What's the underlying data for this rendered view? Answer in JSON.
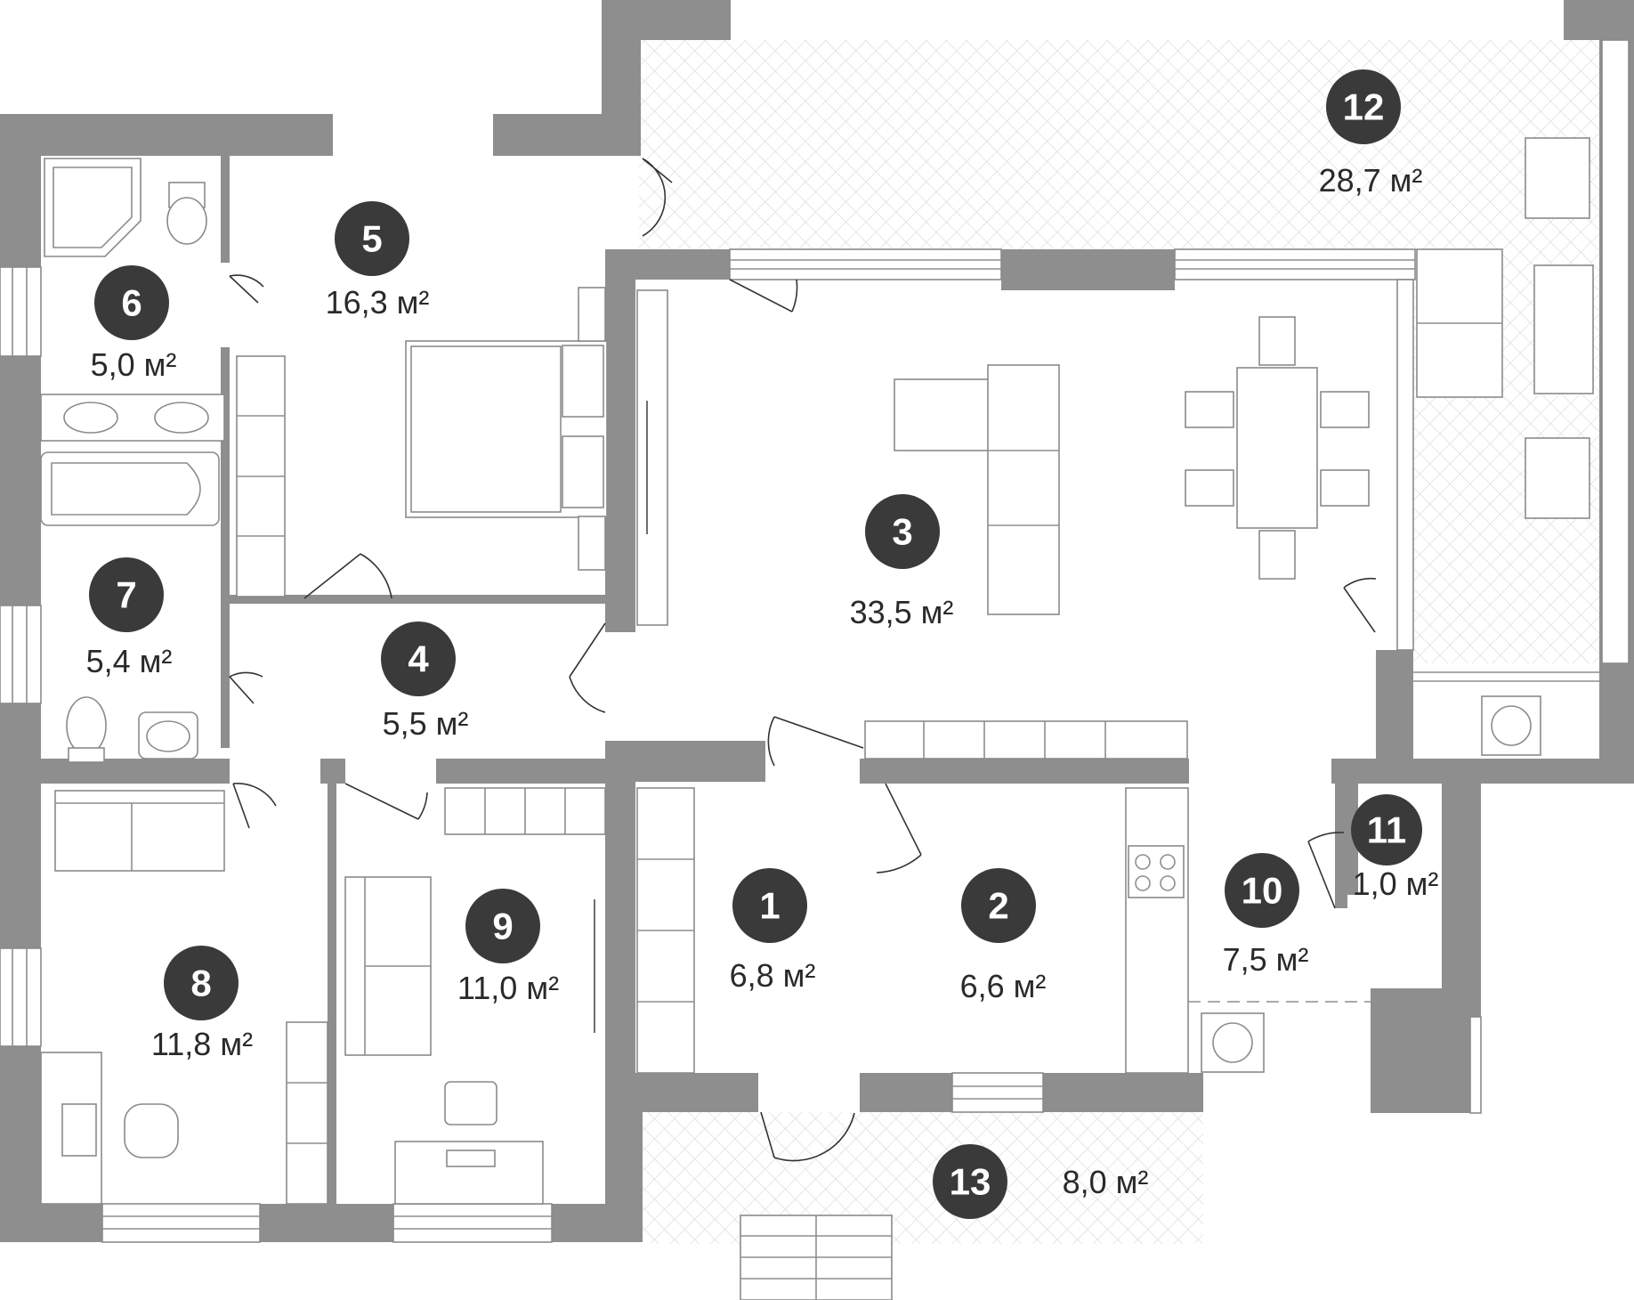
{
  "rooms": [
    {
      "number": "1",
      "area": "6,8 м²"
    },
    {
      "number": "2",
      "area": "6,6 м²"
    },
    {
      "number": "3",
      "area": "33,5 м²"
    },
    {
      "number": "4",
      "area": "5,5 м²"
    },
    {
      "number": "5",
      "area": "16,3 м²"
    },
    {
      "number": "6",
      "area": "5,0 м²"
    },
    {
      "number": "7",
      "area": "5,4 м²"
    },
    {
      "number": "8",
      "area": "11,8 м²"
    },
    {
      "number": "9",
      "area": "11,0 м²"
    },
    {
      "number": "10",
      "area": "7,5 м²"
    },
    {
      "number": "11",
      "area": "1,0 м²"
    },
    {
      "number": "12",
      "area": "28,7 м²"
    },
    {
      "number": "13",
      "area": "8,0 м²"
    }
  ],
  "colors": {
    "wall": "#8e8e8e",
    "badge": "#3a3a3a",
    "hatch": "#cfcfcf"
  }
}
